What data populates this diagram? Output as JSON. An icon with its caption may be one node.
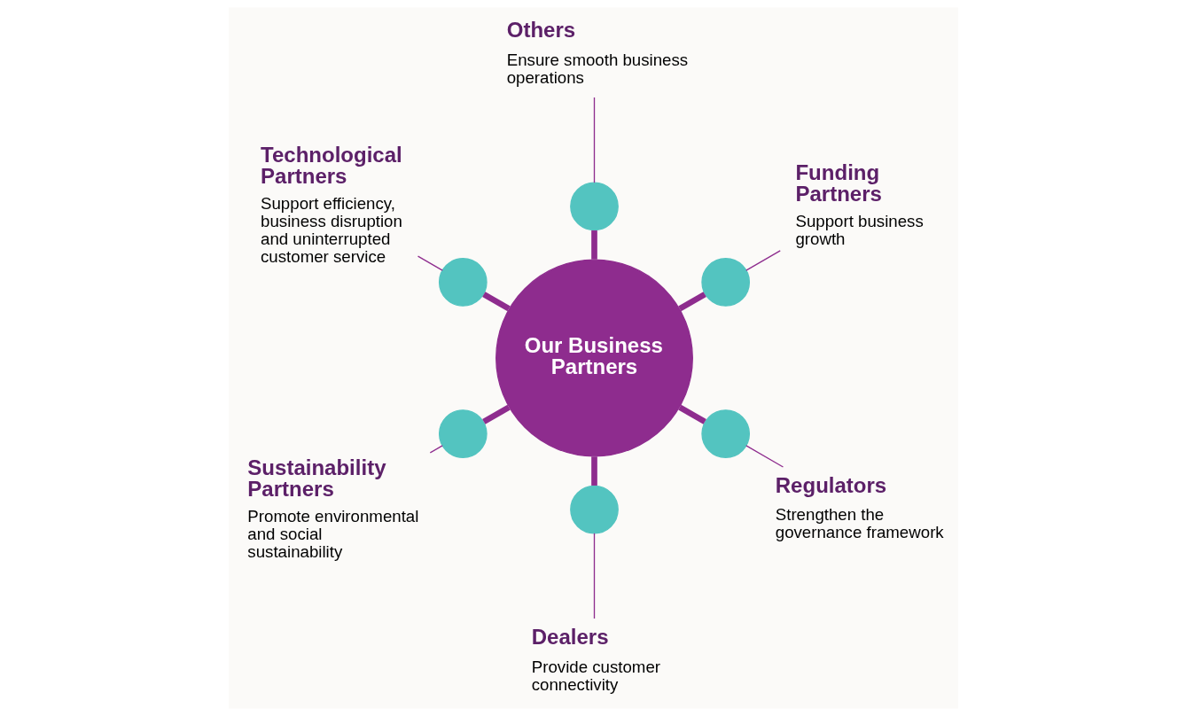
{
  "diagram": {
    "nodes": [
      {
        "text": [
          "Funding Partners",
          "Support business growth"
        ]
      },
      {
        "text": [
          "Technological Partners",
          "Support efficiency, business disruption and uninterrupted customer service"
        ]
      },
      {
        "text": [],
        "shape": "circle"
      },
      {
        "text": [],
        "shape": "circle"
      },
      {
        "text": [],
        "shape": "circle"
      },
      {
        "text": [
          "Others",
          "Ensure smooth business operations"
        ]
      },
      {
        "text": [
          "Our Business Partners"
        ]
      },
      {
        "text": [
          "Dealers",
          "Provide customer connectivity"
        ]
      },
      {
        "text": [],
        "shape": "circle"
      },
      {
        "text": [],
        "shape": "circle"
      },
      {
        "text": [],
        "shape": "circle"
      },
      {
        "text": [
          "Sustainability Partners",
          "Promote environmental and social sustainability"
        ]
      },
      {
        "text": [
          "Regulators",
          "Strengthen the governance framework"
        ]
      }
    ],
    "edges": [
      {
        "from": 6,
        "to": 2,
        "arrow": "none",
        "style": "thick"
      },
      {
        "from": 6,
        "to": 3,
        "arrow": "none",
        "style": "thick"
      },
      {
        "from": 6,
        "to": 4,
        "arrow": "none",
        "style": "thick"
      },
      {
        "from": 6,
        "to": 8,
        "arrow": "none",
        "style": "thick"
      },
      {
        "from": 6,
        "to": 9,
        "arrow": "none",
        "style": "thick"
      },
      {
        "from": 6,
        "to": 10,
        "arrow": "none",
        "style": "thick"
      },
      {
        "from": 2,
        "to": 0,
        "arrow": "none"
      },
      {
        "from": 4,
        "to": 1,
        "arrow": "none"
      },
      {
        "from": 3,
        "to": 5,
        "arrow": "none"
      },
      {
        "from": 9,
        "to": 7,
        "arrow": "none"
      },
      {
        "from": 8,
        "to": 11,
        "arrow": "none"
      },
      {
        "from": 10,
        "to": 12,
        "arrow": "none"
      }
    ]
  }
}
